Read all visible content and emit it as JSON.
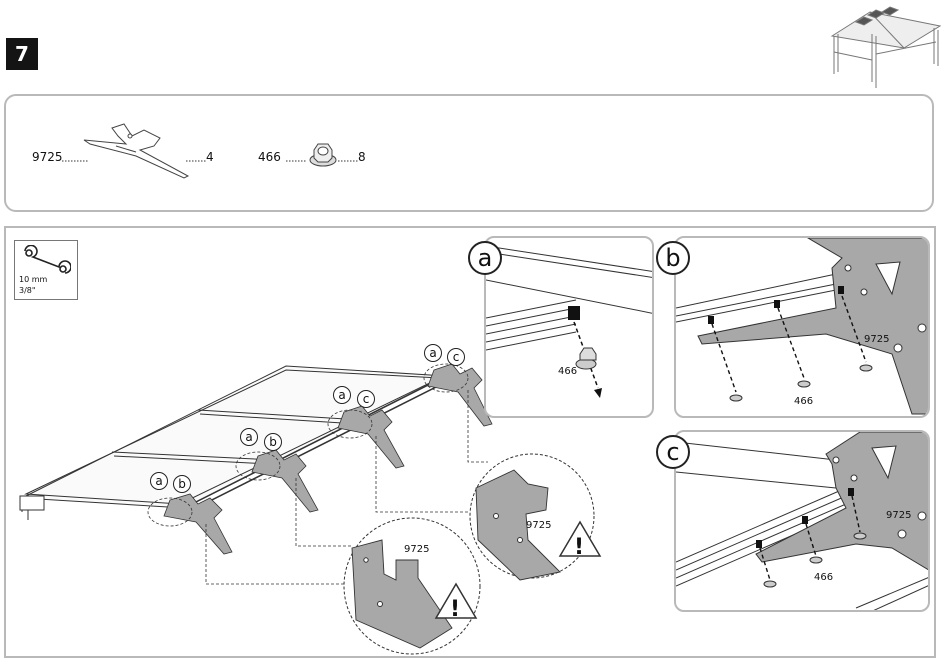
{
  "step": {
    "number": "7"
  },
  "parts": [
    {
      "code": "9725",
      "qty": "4",
      "name": "bracket"
    },
    {
      "code": "466",
      "qty": "8",
      "name": "flange-nut"
    }
  ],
  "tool": {
    "size_metric": "10 mm",
    "size_imperial": "3/8\""
  },
  "main_tags": [
    {
      "a": "a",
      "b": "b"
    },
    {
      "a": "a",
      "b": "b"
    },
    {
      "a": "a",
      "b": "c"
    },
    {
      "a": "a",
      "b": "c"
    }
  ],
  "detail_panels": {
    "a": {
      "label": "a",
      "nut_code": "466"
    },
    "b": {
      "label": "b",
      "nut_code": "466",
      "bracket_code": "9725"
    },
    "c": {
      "label": "c",
      "nut_code": "466",
      "bracket_code": "9725"
    }
  },
  "zoom_callouts": [
    {
      "code": "9725",
      "warning": "!"
    },
    {
      "code": "9725",
      "warning": "!"
    }
  ],
  "colors": {
    "bracket_gray": "#a8a8a8",
    "frame_border": "#b9b9b9",
    "badge": "#141414"
  }
}
